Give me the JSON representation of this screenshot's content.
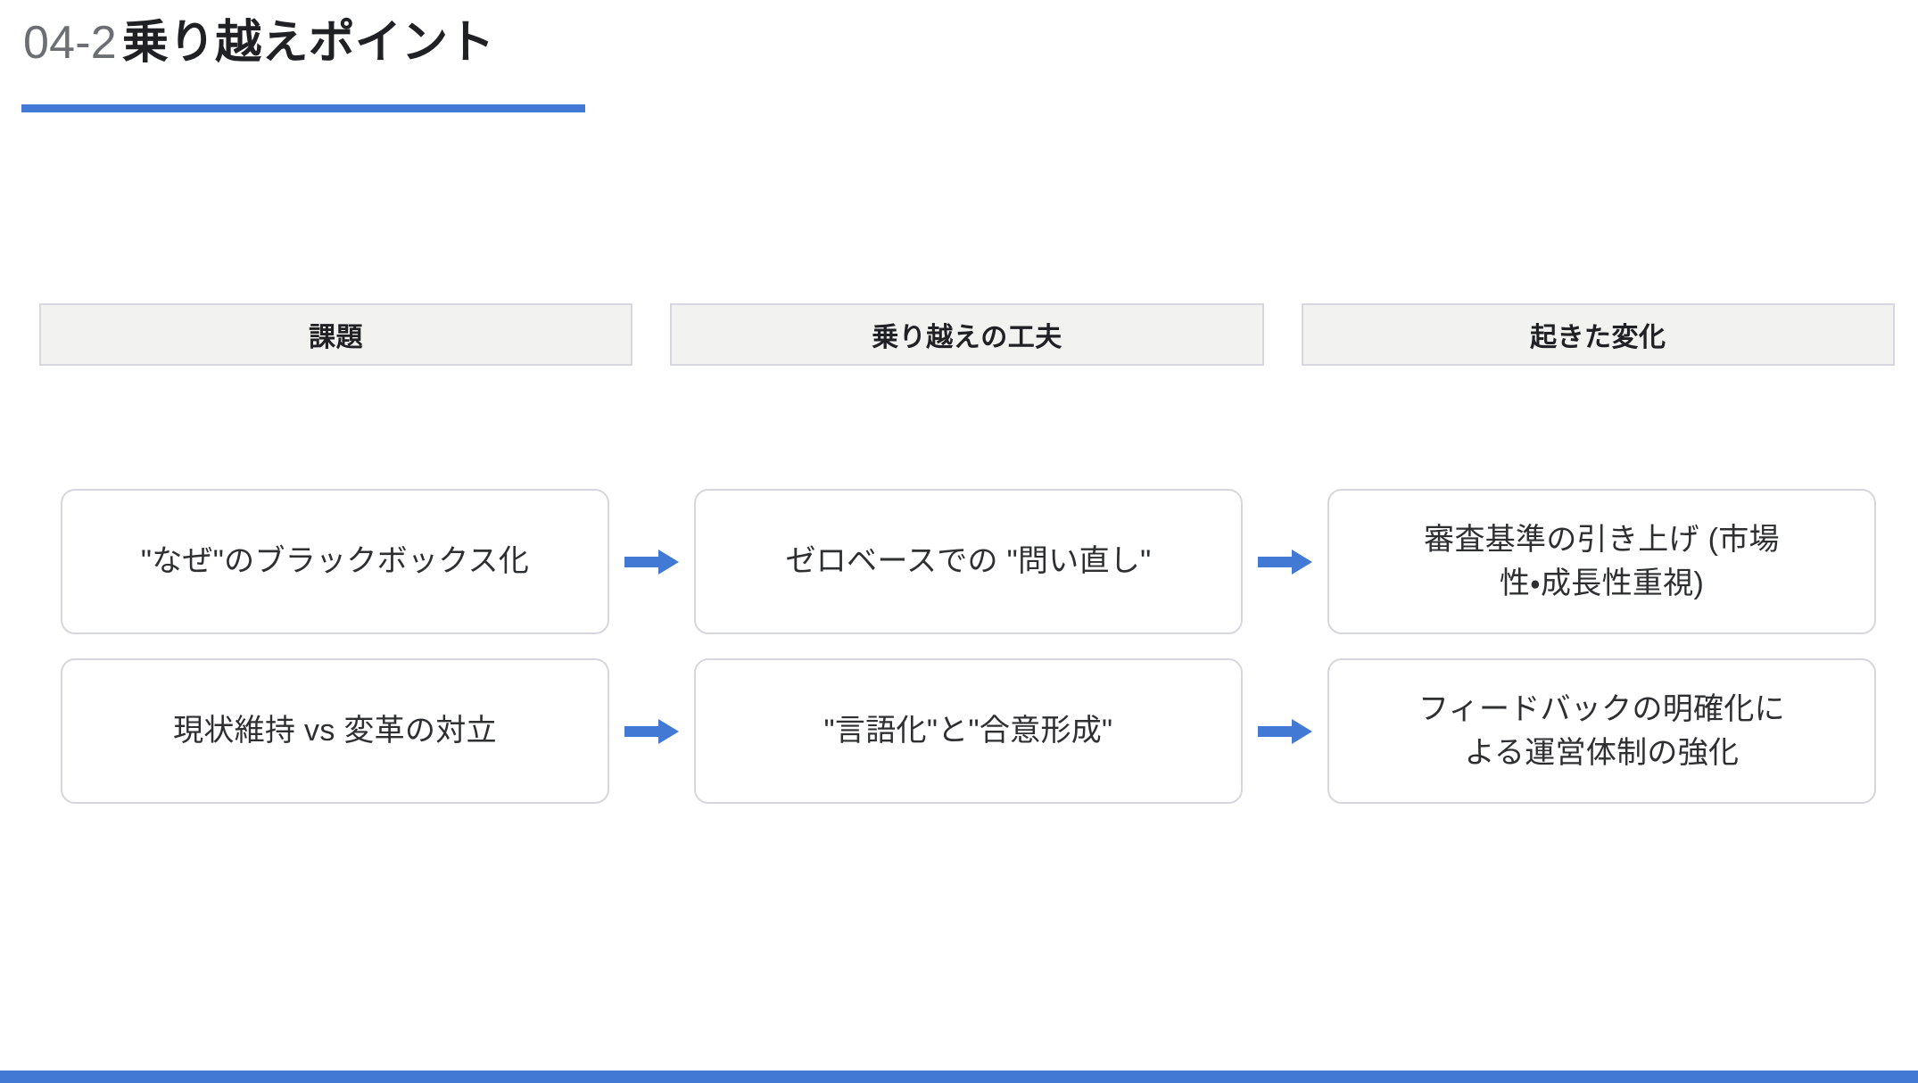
{
  "slide": {
    "number": "04-2",
    "title": "乗り越えポイント",
    "accent_color": "#4279d4",
    "rule_color": "#4279d4",
    "background": "#ffffff"
  },
  "columns": [
    {
      "label": "課題"
    },
    {
      "label": "乗り越えの工夫"
    },
    {
      "label": "起きた変化"
    }
  ],
  "rows": [
    {
      "challenge": "\"なぜ\"のブラックボックス化",
      "approach": "ゼロベースでの \"問い直し\"",
      "change": "審査基準の引き上げ (市場\n性・成長性重視)",
      "arrow1": "arrow-right-icon",
      "arrow2": "arrow-right-icon"
    },
    {
      "challenge": "現状維持 vs 変革の対立",
      "approach": "\"言語化\"と\"合意形成\"",
      "change": "フィードバックの明確化に\nよる運営体制の強化",
      "arrow1": "arrow-right-icon",
      "arrow2": "arrow-right-icon"
    }
  ],
  "style": {
    "card_border_color": "#d6d7de",
    "header_fill": "#f2f2f0",
    "header_border": "#d7d8df",
    "arrow_color": "#4279d4",
    "title_number_color": "#6b6f74",
    "title_text_color": "#202124"
  }
}
